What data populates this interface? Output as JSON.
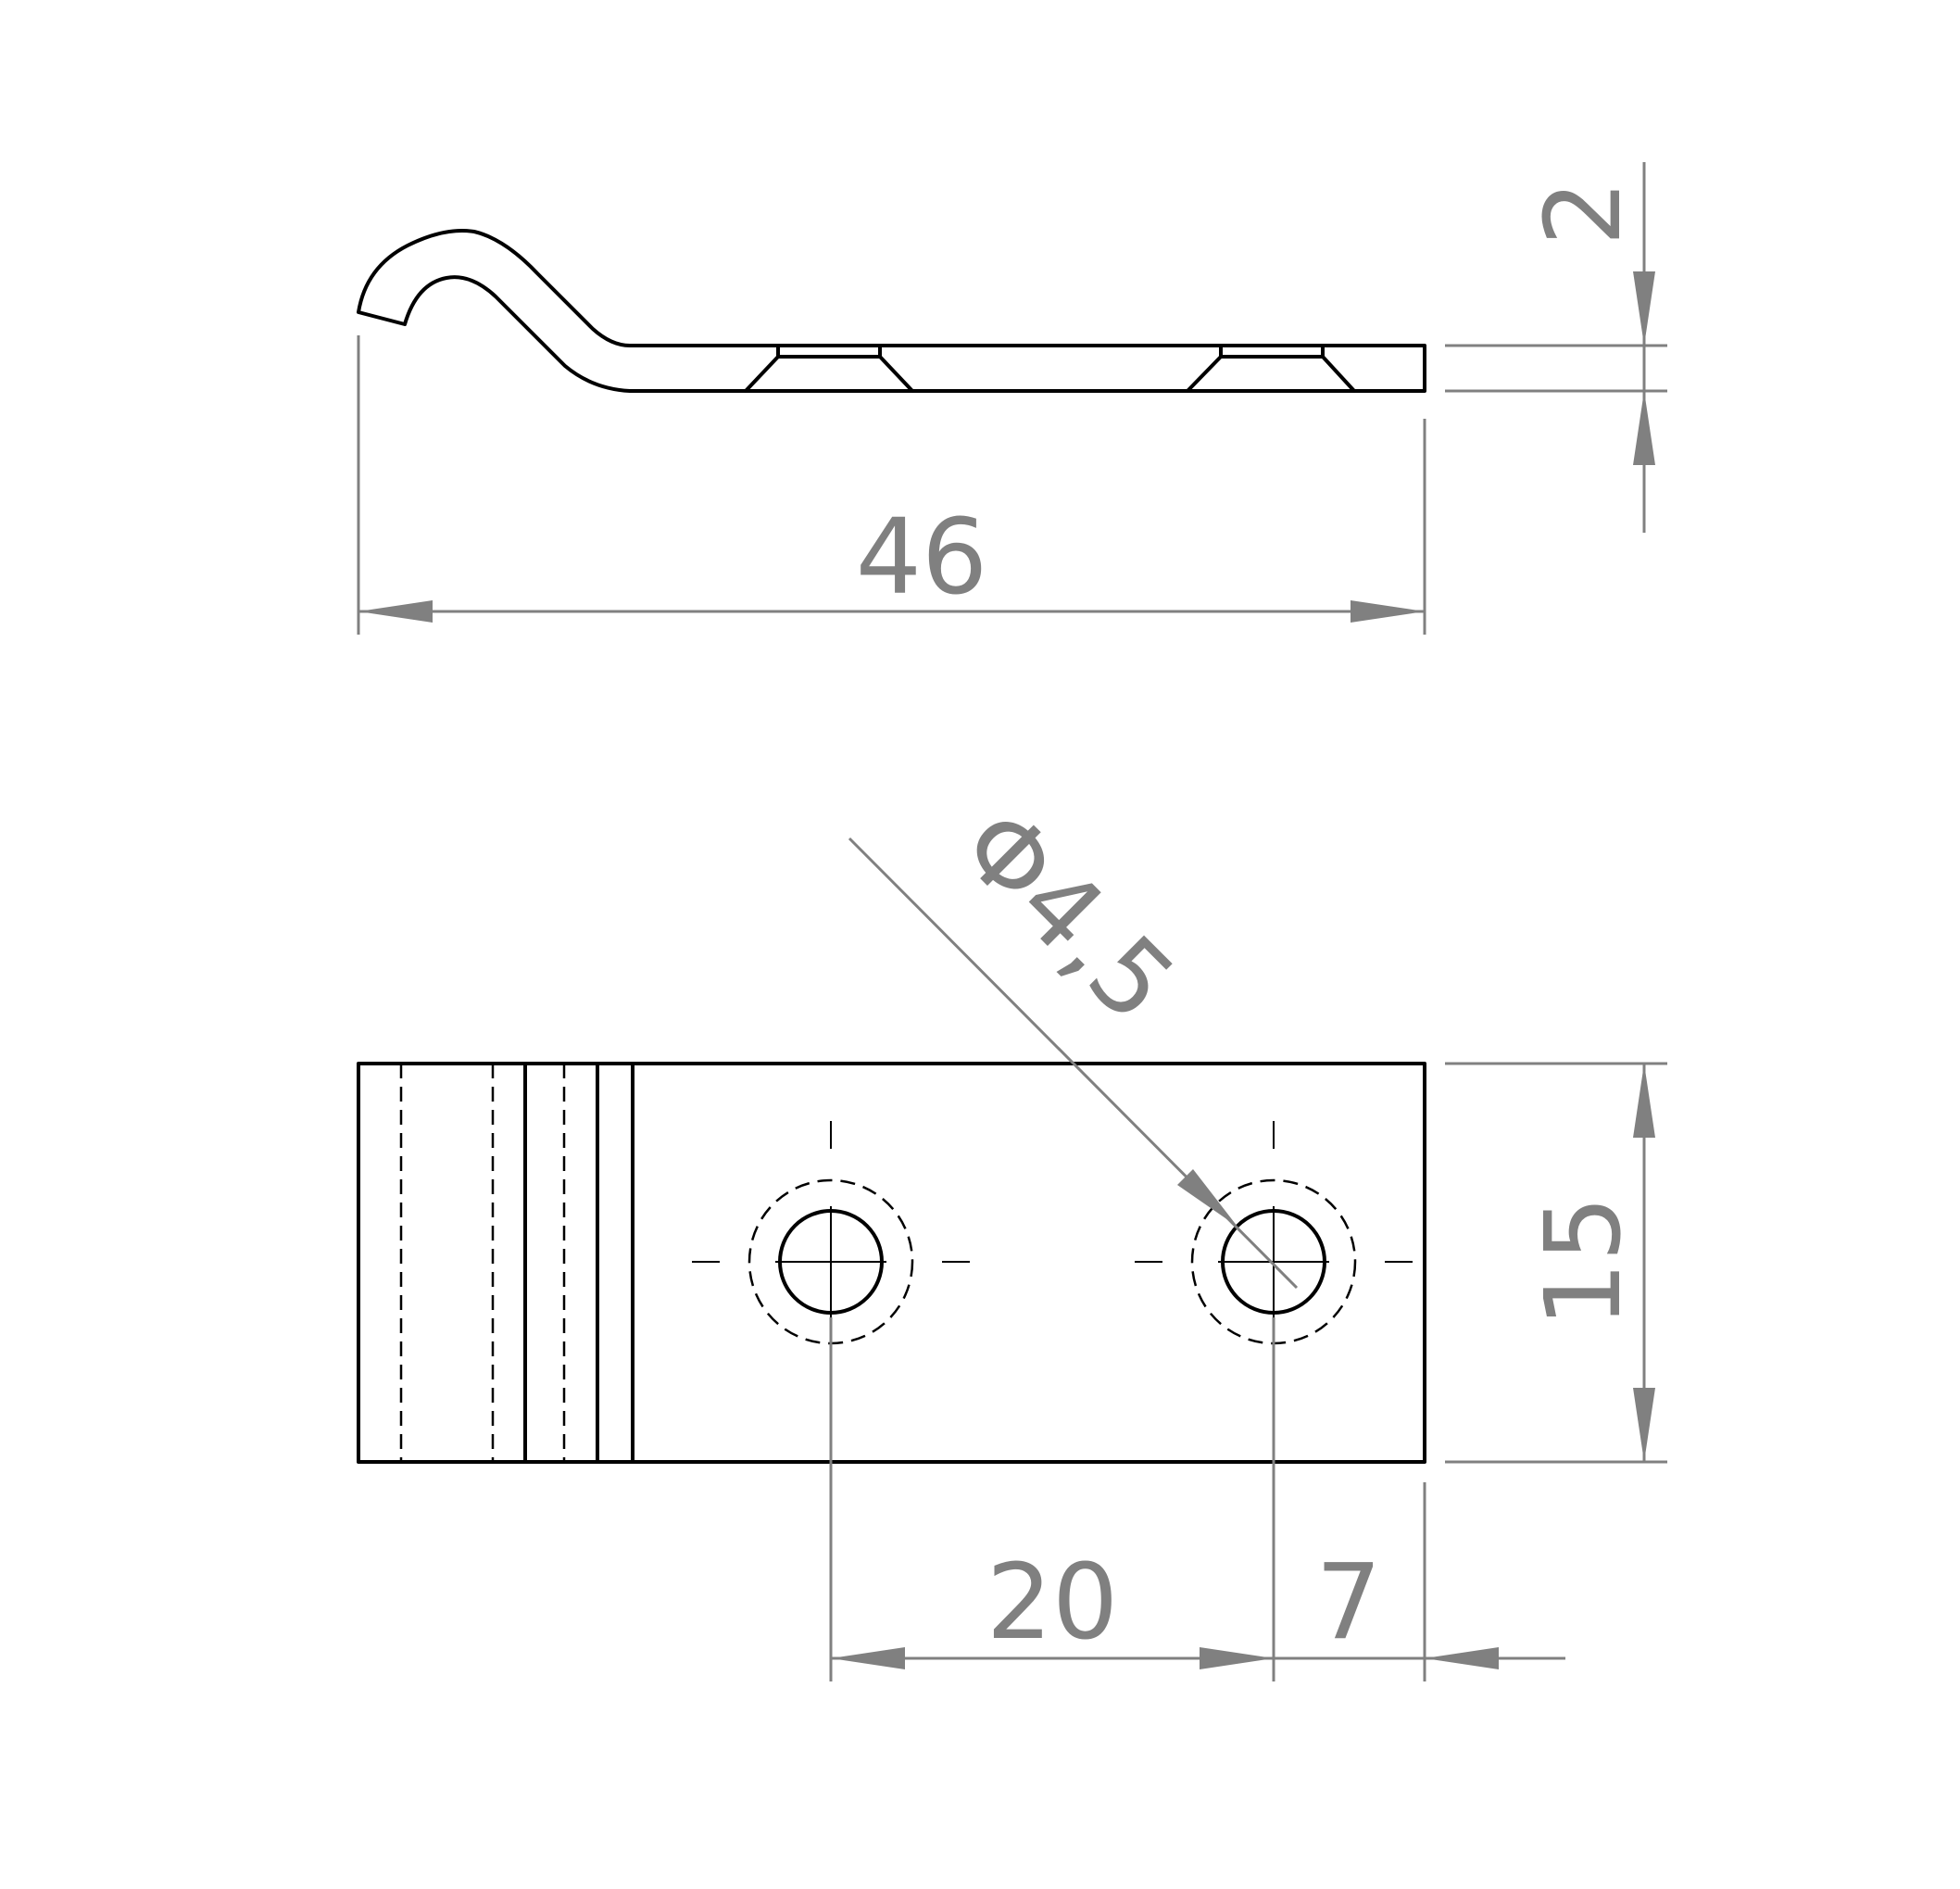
{
  "drawing": {
    "colors": {
      "part_lines": "#000000",
      "dimension_lines": "#808080",
      "background": "#ffffff"
    },
    "dimensions": {
      "overall_length": "46",
      "thickness": "2",
      "width": "15",
      "hole_spacing": "20",
      "hole_edge_offset": "7",
      "hole_diameter": "Φ4,5"
    }
  }
}
